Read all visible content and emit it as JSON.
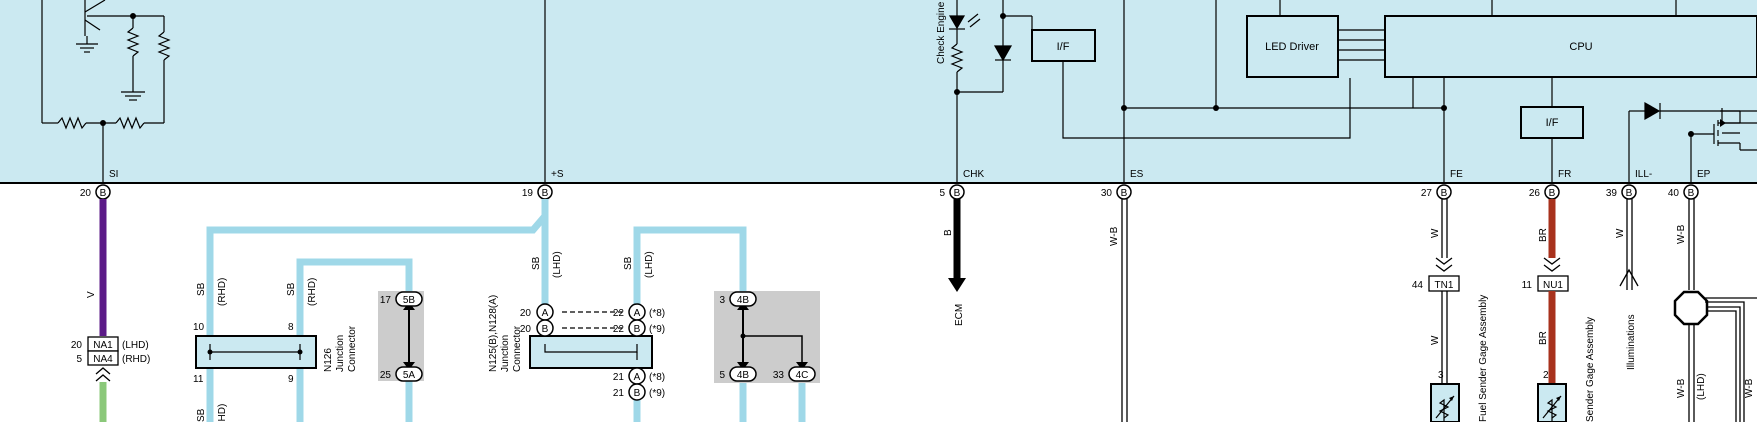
{
  "ecu": {
    "pins": [
      {
        "num": "20",
        "label": "SI"
      },
      {
        "num": "19",
        "label": "+S"
      },
      {
        "num": "5",
        "label": "CHK"
      },
      {
        "num": "30",
        "label": "ES"
      },
      {
        "num": "27",
        "label": "FE"
      },
      {
        "num": "26",
        "label": "FR"
      },
      {
        "num": "39",
        "label": "ILL-"
      },
      {
        "num": "40",
        "label": "EP"
      }
    ],
    "pin_marker": "B",
    "blocks": {
      "led_driver": "LED Driver",
      "cpu": "CPU",
      "if_left": "I/F",
      "if_right": "I/F",
      "check_engine": "Check Engine"
    }
  },
  "wires": {
    "si": "V",
    "plus_s_left": "SB",
    "plus_s_rhd_a": "(RHD)",
    "plus_s_right": "SB",
    "plus_s_rhd_b": "(RHD)",
    "plus_s_lhd_a": "SB",
    "plus_s_lhd_a_note": "(LHD)",
    "plus_s_lhd_b": "SB",
    "plus_s_lhd_b_note": "(LHD)",
    "chk": "B",
    "es": "W-B",
    "fe": "W",
    "fe2": "W",
    "fr": "BR",
    "fr2": "BR",
    "ill": "W",
    "ep": "W-B",
    "ep2": "W-B",
    "ep2_note": "(LHD)",
    "ep3": "W-B",
    "bottom_left": "SB",
    "bottom_left_note": "(RHD)"
  },
  "connectors": {
    "na1": {
      "pin": "20",
      "name": "NA1",
      "note": "(LHD)"
    },
    "na4": {
      "pin": "5",
      "name": "NA4",
      "note": "(RHD)"
    },
    "n126": {
      "pin_tl": "10",
      "pin_tr": "8",
      "pin_bl": "11",
      "pin_br": "9",
      "name": "N126",
      "type": "Junction",
      "type2": "Connector"
    },
    "box5": {
      "top_pin": "17",
      "top_name": "5B",
      "bot_pin": "25",
      "bot_name": "5A"
    },
    "n125": {
      "name": "N125(B),N128(A)",
      "type": "Junction",
      "type2": "Connector",
      "rows": [
        {
          "l_pin": "20",
          "l_name": "A",
          "r_pin": "22",
          "r_name": "A",
          "note": "(*8)"
        },
        {
          "l_pin": "20",
          "l_name": "B",
          "r_pin": "22",
          "r_name": "B",
          "note": "(*9)"
        }
      ],
      "bottom": [
        {
          "pin": "21",
          "name": "A",
          "note": "(*8)"
        },
        {
          "pin": "21",
          "name": "B",
          "note": "(*9)"
        }
      ]
    },
    "box4": {
      "top_pin": "3",
      "top_name": "4B",
      "bl_pin": "5",
      "bl_name": "4B",
      "br_pin": "33",
      "br_name": "4C"
    },
    "tn1": {
      "pin": "44",
      "name": "TN1",
      "pin2": "3"
    },
    "nu1": {
      "pin": "11",
      "name": "NU1",
      "pin2": "2"
    }
  },
  "destinations": {
    "ecm": "ECM",
    "fuel_sender": "Fuel Sender Gage Assembly",
    "sender2": "Sender Gage Assembly",
    "illuminations": "Illuminations"
  },
  "colors": {
    "ecu_bg": "#cbe9f1",
    "sb_wire": "#9fd8e8",
    "violet": "#5b1a87",
    "green": "#8bc87a",
    "brown": "#a8321d",
    "gray_box": "#cccccc"
  }
}
